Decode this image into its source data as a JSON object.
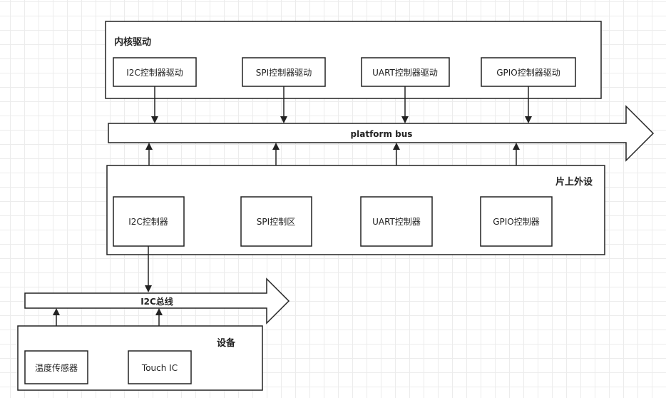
{
  "kernel_drivers": {
    "title": "内核驱动",
    "items": [
      "I2C控制器驱动",
      "SPI控制器驱动",
      "UART控制器驱动",
      "GPIO控制器驱动"
    ]
  },
  "platform_bus": {
    "label": "platform bus"
  },
  "soc_peripherals": {
    "title": "片上外设",
    "items": [
      "I2C控制器",
      "SPI控制区",
      "UART控制器",
      "GPIO控制器"
    ]
  },
  "i2c_bus": {
    "label": "I2C总线"
  },
  "devices": {
    "title": "设备",
    "items": [
      "温度传感器",
      "Touch IC"
    ]
  }
}
